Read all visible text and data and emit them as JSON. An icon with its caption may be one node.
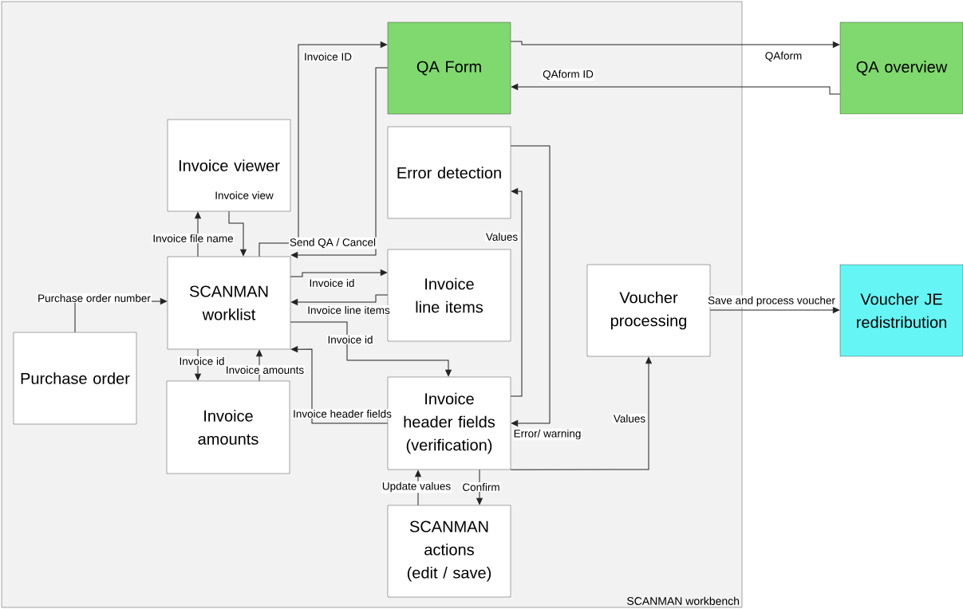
{
  "diagram": {
    "nodes": [
      {
        "text": [
          "SCANMAN workbench"
        ]
      },
      {
        "text": [
          "QA Form"
        ],
        "in": 0
      },
      {
        "text": [
          "QA overview"
        ]
      },
      {
        "text": [
          "Invoice viewer"
        ],
        "in": 0
      },
      {
        "text": [
          "Error detection"
        ],
        "in": 0
      },
      {
        "text": [
          "SCANMAN worklist"
        ],
        "in": 0
      },
      {
        "text": [
          "Invoice line items"
        ],
        "in": 0
      },
      {
        "text": [
          "Voucher processing"
        ],
        "in": 0
      },
      {
        "text": [
          "Voucher JE redistribution"
        ]
      },
      {
        "text": [
          "Purchase order"
        ],
        "in": 0
      },
      {
        "text": [
          "Invoice amounts"
        ],
        "in": 0
      },
      {
        "text": [
          "Invoice header fields (verification)"
        ],
        "in": 0
      },
      {
        "text": [
          "SCANMAN actions (edit / save)"
        ],
        "in": 0
      }
    ],
    "edges": [
      {
        "from": 5,
        "to": 1,
        "arrow": "to",
        "label": "Invoice ID"
      },
      {
        "from": 1,
        "to": 5,
        "arrow": "to",
        "label": "Send QA / Cancel"
      },
      {
        "from": 1,
        "to": 2,
        "arrow": "to",
        "label": "QAform"
      },
      {
        "from": 2,
        "to": 1,
        "arrow": "to",
        "label": "QAform ID"
      },
      {
        "from": 5,
        "to": 3,
        "arrow": "to",
        "label": "Invoice file name"
      },
      {
        "from": 3,
        "to": 5,
        "arrow": "to",
        "label": "Invoice view"
      },
      {
        "from": 9,
        "to": 5,
        "arrow": "to",
        "label": "Purchase order number"
      },
      {
        "from": 5,
        "to": 6,
        "arrow": "to",
        "label": "Invoice id"
      },
      {
        "from": 6,
        "to": 5,
        "arrow": "to",
        "label": "Invoice line items"
      },
      {
        "from": 5,
        "to": 11,
        "arrow": "to",
        "label": "Invoice id"
      },
      {
        "from": 5,
        "to": 10,
        "arrow": "to",
        "label": "Invoice id"
      },
      {
        "from": 10,
        "to": 5,
        "arrow": "to",
        "label": "Invoice amounts"
      },
      {
        "from": 11,
        "to": 5,
        "arrow": "to",
        "label": "Invoice header fields"
      },
      {
        "from": 11,
        "to": 4,
        "arrow": "to",
        "label": "Values"
      },
      {
        "from": 4,
        "to": 11,
        "arrow": "to",
        "label": "Error/ warning"
      },
      {
        "from": 11,
        "to": 7,
        "arrow": "to",
        "label": "Values"
      },
      {
        "from": 12,
        "to": 11,
        "arrow": "to",
        "label": "Update values"
      },
      {
        "from": 11,
        "to": 12,
        "arrow": "to",
        "label": "Confirm"
      },
      {
        "from": 7,
        "to": 8,
        "arrow": "to",
        "label": "Save and process voucher"
      }
    ]
  }
}
